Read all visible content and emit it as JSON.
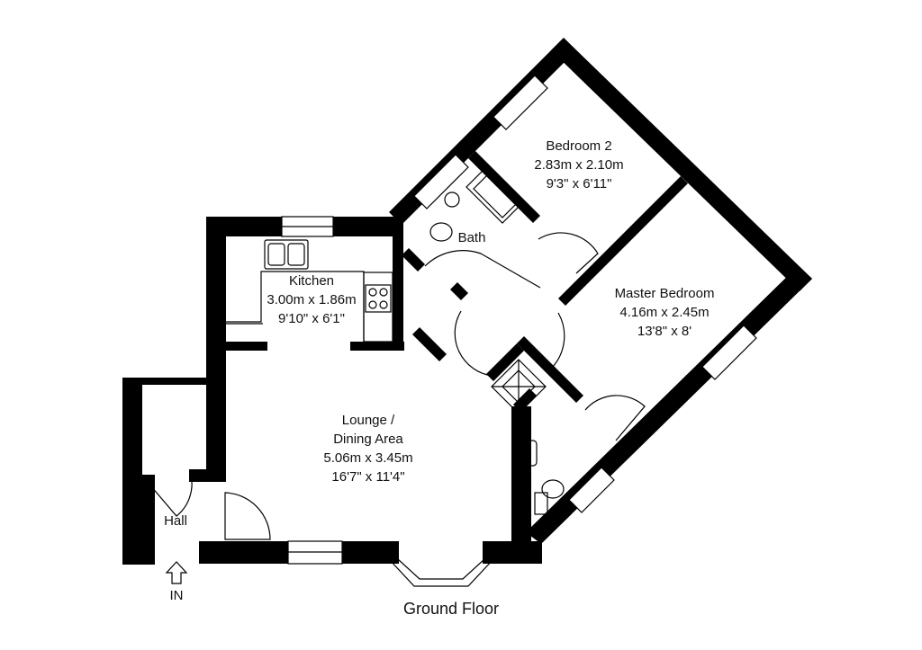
{
  "rooms": {
    "bedroom2": {
      "name": "Bedroom 2",
      "metric": "2.83m x 2.10m",
      "imperial": "9'3\" x 6'11\""
    },
    "bath": {
      "name": "Bath"
    },
    "master": {
      "name": "Master Bedroom",
      "metric": "4.16m x 2.45m",
      "imperial": "13'8\" x 8'"
    },
    "kitchen": {
      "name": "Kitchen",
      "metric": "3.00m x 1.86m",
      "imperial": "9'10\" x 6'1\""
    },
    "lounge": {
      "name_line1": "Lounge /",
      "name_line2": "Dining Area",
      "metric": "5.06m x 3.45m",
      "imperial": "16'7\" x 11'4\""
    },
    "hall": {
      "name": "Hall"
    }
  },
  "entrance": {
    "label": "IN",
    "icon": "arrow-up-icon"
  },
  "floor_label": "Ground Floor",
  "colors": {
    "wall": "#000000",
    "background": "#ffffff"
  }
}
